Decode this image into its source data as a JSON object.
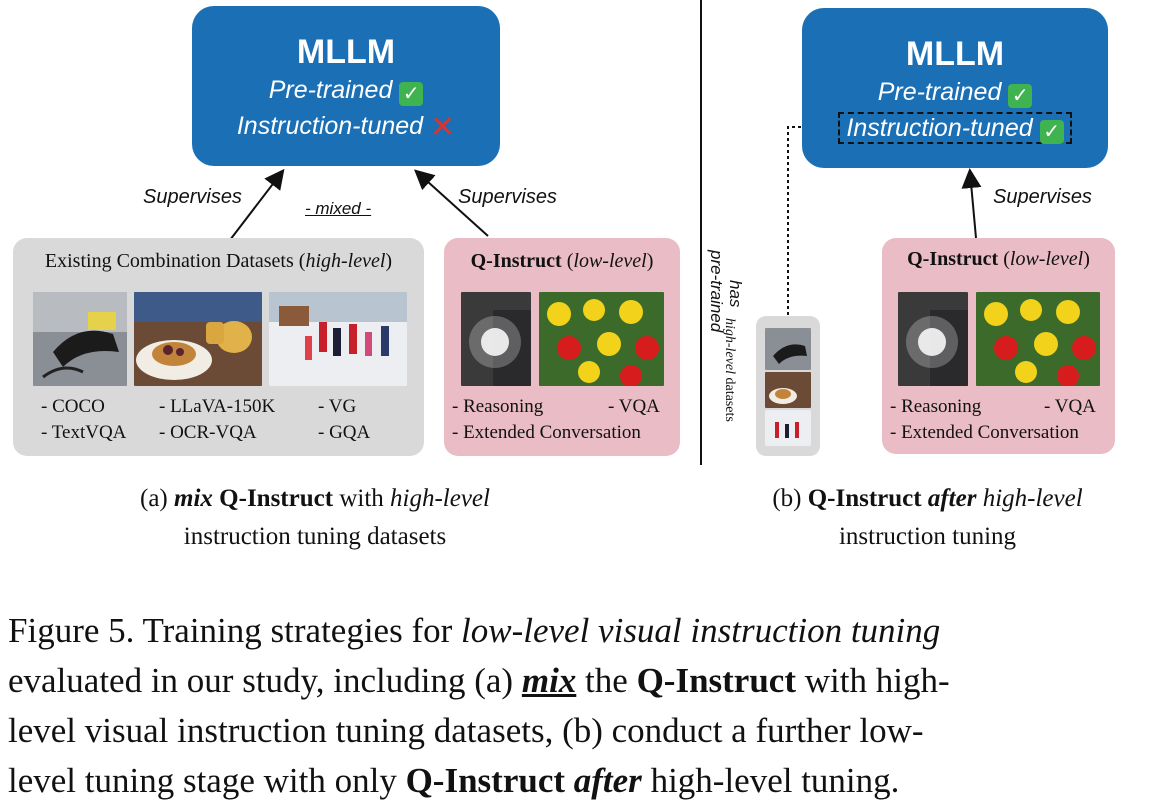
{
  "left": {
    "mllm": {
      "title": "MLLM",
      "pretrained": "Pre-trained",
      "instruction": "Instruction-tuned"
    },
    "supervises_left": "Supervises",
    "supervises_right": "Supervises",
    "mixed": "- mixed -",
    "existing": {
      "title_plain": "Existing Combination Datasets (",
      "title_italic": "high-level",
      "title_close": ")",
      "items": [
        "- COCO",
        "- LLaVA-150K",
        "- VG",
        "- TextVQA",
        "- OCR-VQA",
        "- GQA"
      ]
    },
    "qinstruct": {
      "title_bold": "Q-Instruct",
      "title_open": " (",
      "title_italic": "low-level",
      "title_close": ")",
      "items": [
        "- Reasoning",
        "- VQA",
        "- Extended Conversation"
      ]
    },
    "subcaption": {
      "prefix": "(a) ",
      "mix": "mix",
      "qi": " Q-Instruct",
      "with": " with ",
      "hl": "high-level",
      "line2": "instruction tuning datasets"
    }
  },
  "right": {
    "mllm": {
      "title": "MLLM",
      "pretrained": "Pre-trained",
      "instruction": "Instruction-tuned"
    },
    "supervises": "Supervises",
    "has_pretrained_1": "has",
    "has_pretrained_2": "pre-trained",
    "hl_datasets_italic": "high-level",
    "hl_datasets_plain": " datasets",
    "qinstruct": {
      "title_bold": "Q-Instruct",
      "title_open": " (",
      "title_italic": "low-level",
      "title_close": ")",
      "items": [
        "- Reasoning",
        "- VQA",
        "- Extended Conversation"
      ]
    },
    "subcaption": {
      "prefix": "(b) ",
      "qi": "Q-Instruct",
      "after": " after",
      "hl": " high-level",
      "line2": "instruction tuning"
    }
  },
  "caption": {
    "fig": "Figure 5. Training strategies for ",
    "fig_italic": "low-level visual instruction tuning",
    "l2a": "evaluated in our study, including (a) ",
    "l2_mix": "mix",
    "l2b": " the ",
    "l2_qi": "Q-Instruct",
    "l2c": " with high-",
    "l3": "level visual instruction tuning datasets, (b) conduct a further low-",
    "l4a": "level tuning stage with only ",
    "l4_qi": "Q-Instruct",
    "l4_after": " after",
    "l4b": " high-level tuning."
  },
  "colors": {
    "mllm_blue": "#1a6fb5",
    "grey_box": "#d9d9d9",
    "pink_box": "#e9bcc6",
    "check_green": "#3fb34f",
    "cross_red": "#e0322c"
  }
}
